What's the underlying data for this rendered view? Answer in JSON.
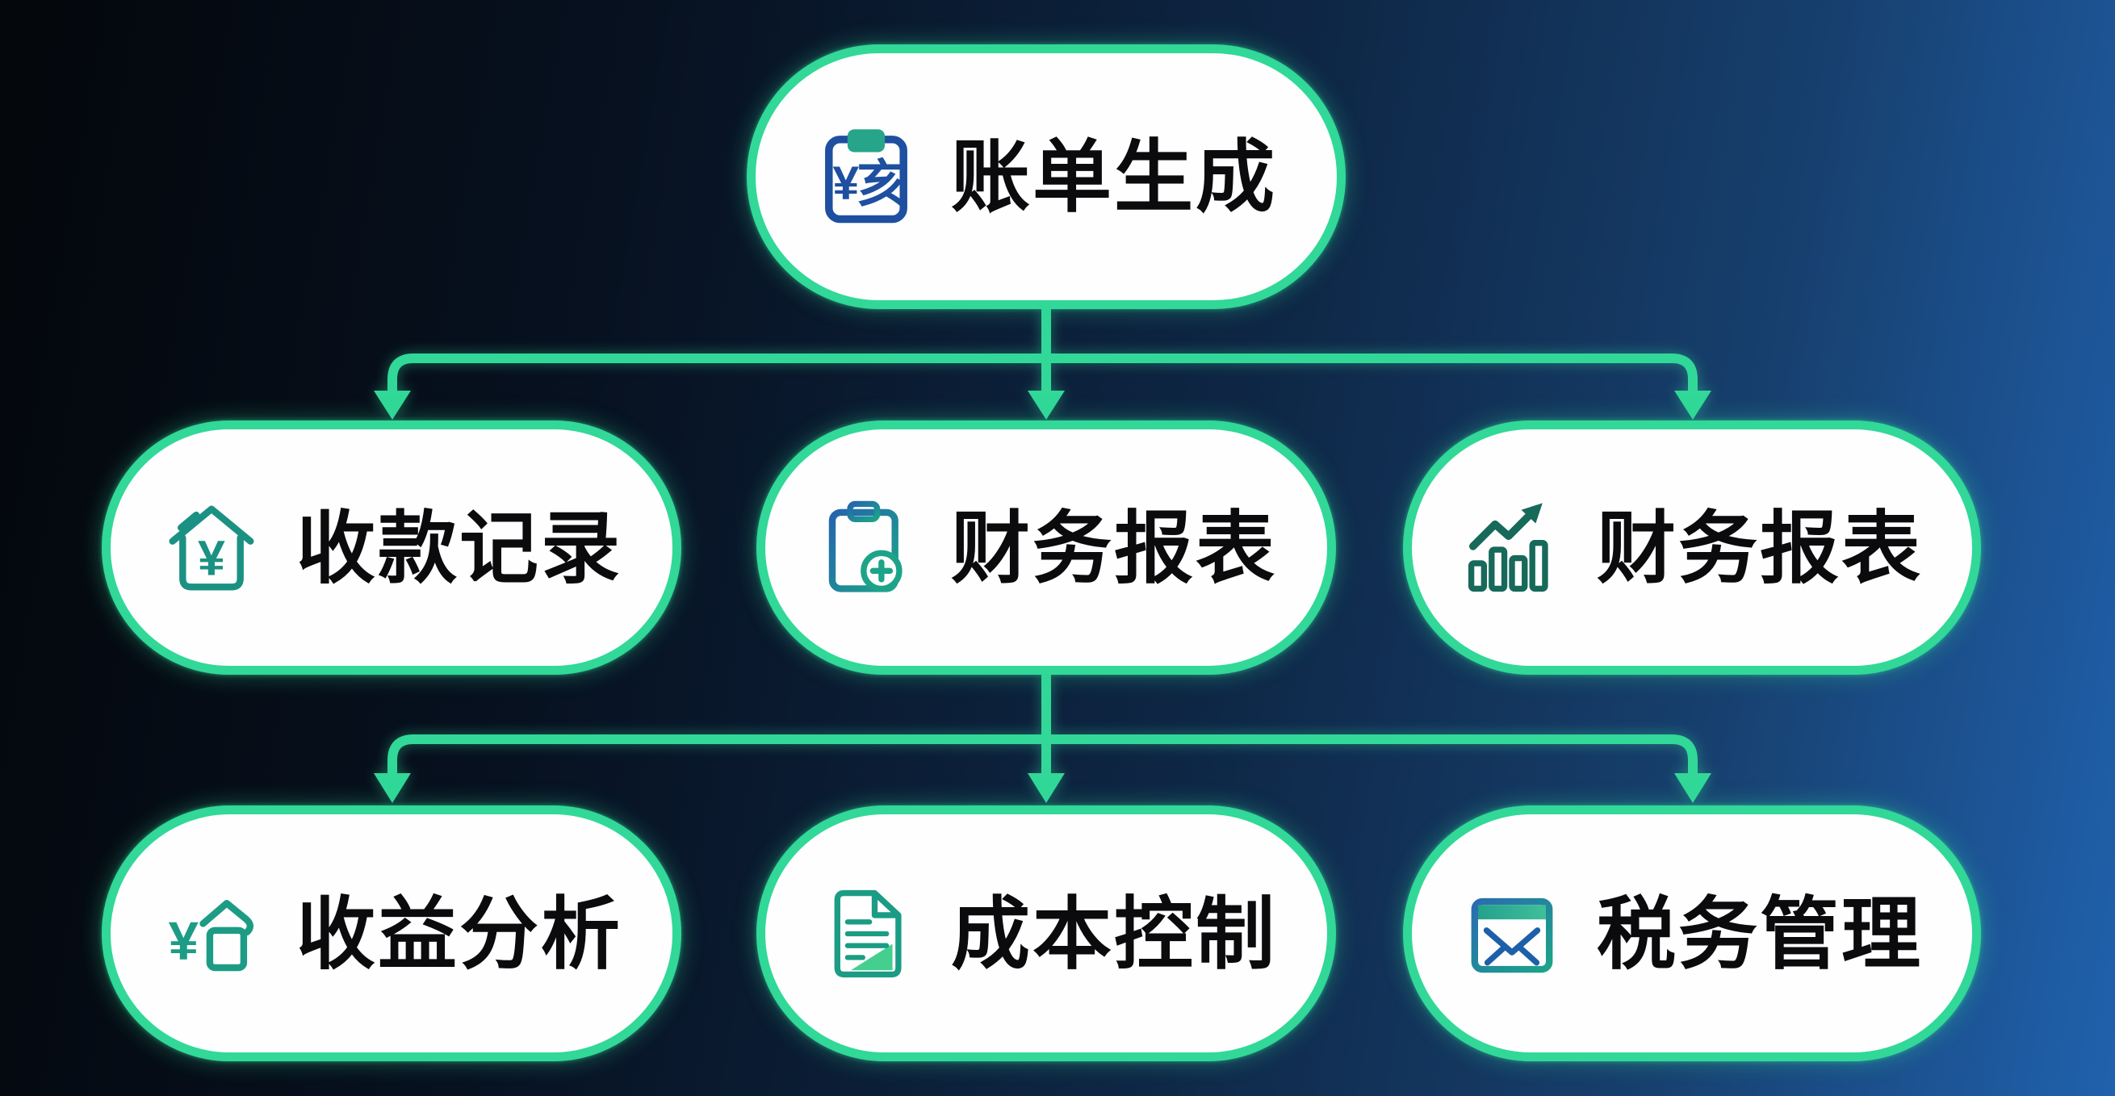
{
  "colors": {
    "background-dark": "#04070b",
    "background-navy": "#0e2746",
    "background-blue": "#2061ad",
    "node-border": "#31d898",
    "node-fill": "#fdfefd",
    "connector": "#31d898",
    "label-text": "#0b0b0d",
    "icon-navy": "#1e4fa0",
    "icon-clip-teal": "#26a58b",
    "icon-teal": "#1b9183",
    "icon-green": "#1ca489",
    "icon-dark-green": "#17695a",
    "icon-fold-green": "#45cf8e",
    "icon-envelope-blue": "#1d5fa8"
  },
  "diagram": {
    "root": {
      "label": "账单生成",
      "icon": "bill-audit-icon"
    },
    "level2": [
      {
        "label": "收款记录",
        "icon": "house-yuan-icon"
      },
      {
        "label": "财务报表",
        "icon": "report-plus-icon"
      },
      {
        "label": "财务报表",
        "icon": "trend-chart-icon"
      }
    ],
    "level3": [
      {
        "label": "收益分析",
        "icon": "yuan-analysis-icon"
      },
      {
        "label": "成本控制",
        "icon": "document-lines-icon"
      },
      {
        "label": "税务管理",
        "icon": "mail-window-icon"
      }
    ],
    "icon_glyphs": {
      "bill_audit_yuan": "¥",
      "bill_audit_char": "亥",
      "house_yuan": "¥",
      "analysis_yuan": "¥"
    }
  }
}
